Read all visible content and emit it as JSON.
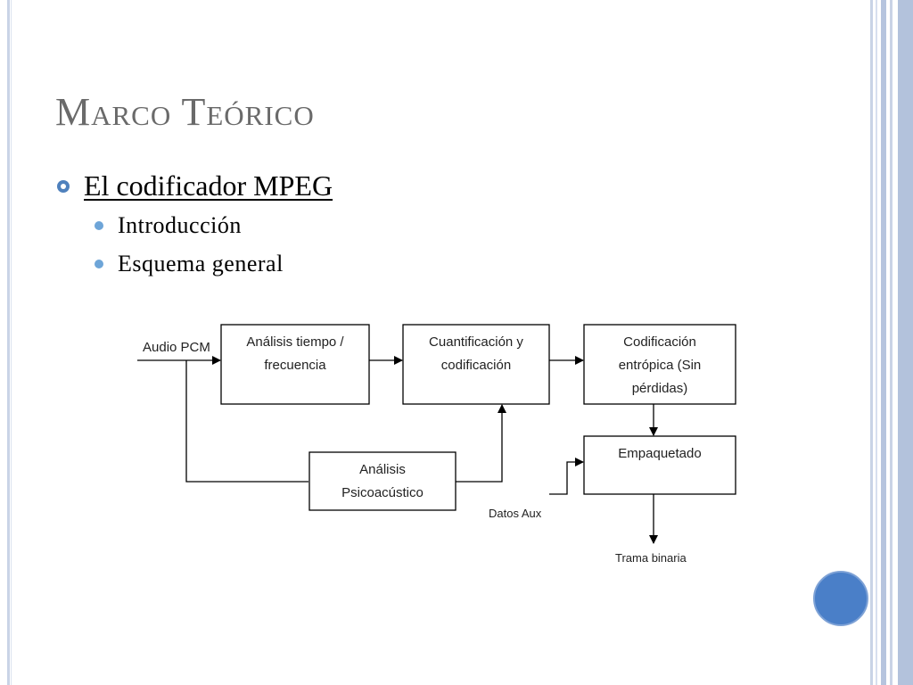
{
  "slide": {
    "title": "Marco Teórico",
    "bullet1": "El codificador MPEG",
    "sub_bullets": [
      "Introducción",
      "Esquema general"
    ]
  },
  "diagram": {
    "box_analisis_tf": [
      "Análisis tiempo /",
      "frecuencia"
    ],
    "box_cuantificacion": [
      "Cuantificación y",
      "codificación"
    ],
    "box_entropica": [
      "Codificación",
      "entrópica (Sin",
      "pérdidas)"
    ],
    "box_empaquetado": [
      "Empaquetado"
    ],
    "box_psicoacustico": [
      "Análisis",
      "Psicoacústico"
    ],
    "label_audio_pcm": "Audio PCM",
    "label_datos_aux": "Datos Aux",
    "label_trama_binaria": "Trama binaria"
  },
  "colors": {
    "title": "#6a6a6a",
    "bullet": "#4f81bd",
    "sub_bullet": "#6ea5d8",
    "accent_circle": "#4a7fc8",
    "frame_stripes": "#b3c2dc"
  }
}
